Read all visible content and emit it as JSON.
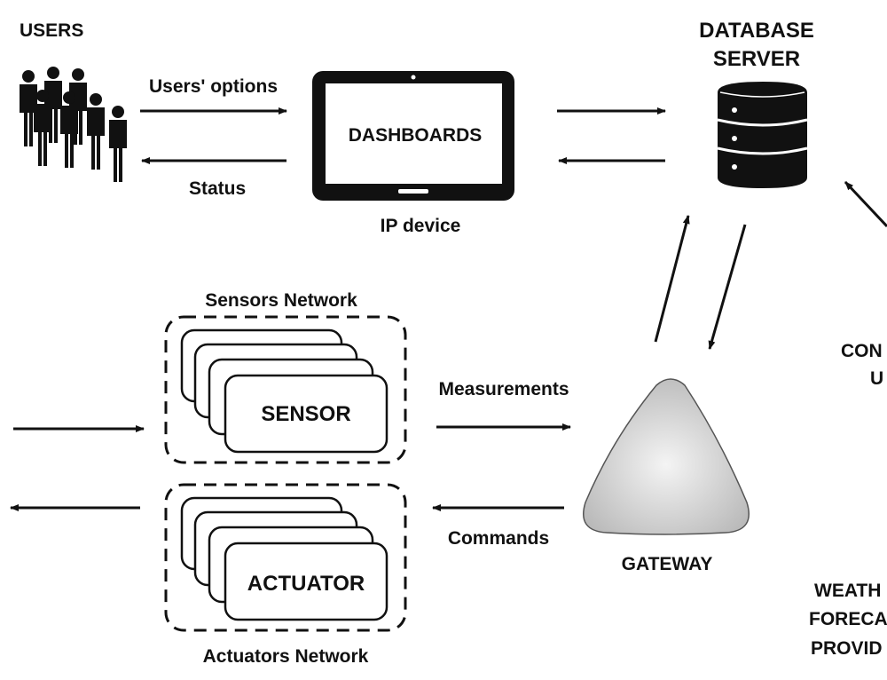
{
  "labels": {
    "users": "USERS",
    "users_options": "Users' options",
    "status": "Status",
    "dashboards": "DASHBOARDS",
    "ip_device": "IP device",
    "database_server_line1": "DATABASE",
    "database_server_line2": "SERVER",
    "sensors_network": "Sensors Network",
    "sensor": "SENSOR",
    "measurements": "Measurements",
    "actuators_network": "Actuators Network",
    "actuator": "ACTUATOR",
    "commands": "Commands",
    "gateway": "GATEWAY",
    "control_unit_line1": "CON",
    "control_unit_line2": "U",
    "weather_line1": "WEATH",
    "weather_line2": "FORECA",
    "weather_line3": "PROVID"
  },
  "colors": {
    "ink": "#111111",
    "gateway_fill_light": "#f2f2f2",
    "gateway_fill_dark": "#b9b9b9"
  },
  "icons": {
    "users": "people-group-icon",
    "database": "database-icon",
    "tablet": "tablet-icon"
  }
}
